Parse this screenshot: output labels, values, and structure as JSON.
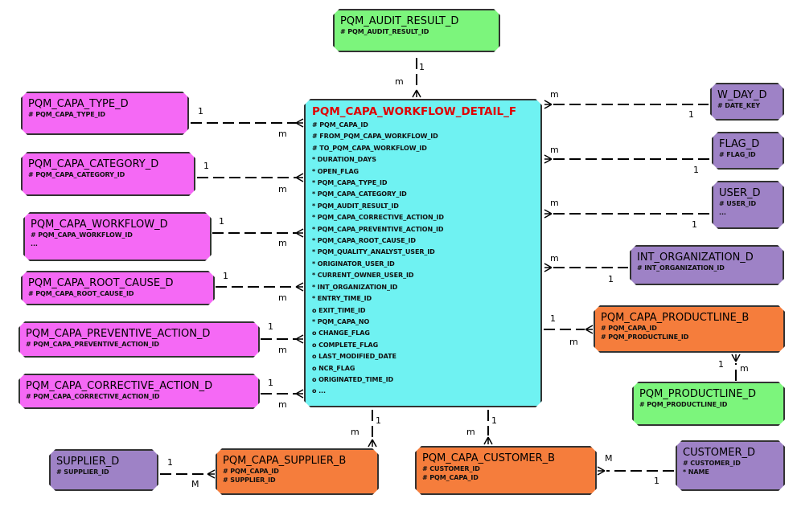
{
  "entities": [
    {
      "id": "audit",
      "title": "PQM_AUDIT_RESULT_D",
      "color": "green",
      "attrs": [
        "# PQM_AUDIT_RESULT_ID"
      ]
    },
    {
      "id": "type",
      "title": "PQM_CAPA_TYPE_D",
      "color": "pink",
      "attrs": [
        "# PQM_CAPA_TYPE_ID"
      ]
    },
    {
      "id": "category",
      "title": "PQM_CAPA_CATEGORY_D",
      "color": "pink",
      "attrs": [
        "# PQM_CAPA_CATEGORY_ID"
      ]
    },
    {
      "id": "workflow",
      "title": "PQM_CAPA_WORKFLOW_D",
      "color": "pink",
      "attrs": [
        "# PQM_CAPA_WORKFLOW_ID",
        "..."
      ]
    },
    {
      "id": "rootcause",
      "title": "PQM_CAPA_ROOT_CAUSE_D",
      "color": "pink",
      "attrs": [
        "# PQM_CAPA_ROOT_CAUSE_ID"
      ]
    },
    {
      "id": "preventive",
      "title": "PQM_CAPA_PREVENTIVE_ACTION_D",
      "color": "pink",
      "attrs": [
        "# PQM_CAPA_PREVENTIVE_ACTION_ID"
      ]
    },
    {
      "id": "corrective",
      "title": "PQM_CAPA_CORRECTIVE_ACTION_D",
      "color": "pink",
      "attrs": [
        "# PQM_CAPA_CORRECTIVE_ACTION_ID"
      ]
    },
    {
      "id": "wday",
      "title": "W_DAY_D",
      "color": "purple",
      "attrs": [
        "# DATE_KEY"
      ]
    },
    {
      "id": "flag",
      "title": "FLAG_D",
      "color": "purple",
      "attrs": [
        "# FLAG_ID"
      ]
    },
    {
      "id": "user",
      "title": "USER_D",
      "color": "purple",
      "attrs": [
        "# USER_ID",
        "..."
      ]
    },
    {
      "id": "intorg",
      "title": "INT_ORGANIZATION_D",
      "color": "purple",
      "attrs": [
        "# INT_ORGANIZATION_ID"
      ]
    },
    {
      "id": "productlineb",
      "title": "PQM_CAPA_PRODUCTLINE_B",
      "color": "orange",
      "attrs": [
        "# PQM_CAPA_ID",
        "# PQM_PRODUCTLINE_ID"
      ]
    },
    {
      "id": "productline",
      "title": "PQM_PRODUCTLINE_D",
      "color": "green",
      "attrs": [
        "# PQM_PRODUCTLINE_ID"
      ]
    },
    {
      "id": "customer",
      "title": "CUSTOMER_D",
      "color": "purple",
      "attrs": [
        "# CUSTOMER_ID",
        "* NAME"
      ]
    },
    {
      "id": "customerb",
      "title": "PQM_CAPA_CUSTOMER_B",
      "color": "orange",
      "attrs": [
        "# CUSTOMER_ID",
        "# PQM_CAPA_ID"
      ]
    },
    {
      "id": "supplierb",
      "title": "PQM_CAPA_SUPPLIER_B",
      "color": "orange",
      "attrs": [
        "# PQM_CAPA_ID",
        "# SUPPLIER_ID"
      ]
    },
    {
      "id": "supplier",
      "title": "SUPPLIER_D",
      "color": "purple",
      "attrs": [
        "# SUPPLIER_ID"
      ]
    }
  ],
  "fact": {
    "title": "PQM_CAPA_WORKFLOW_DETAIL_F",
    "attrs": [
      "# PQM_CAPA_ID",
      "# FROM_PQM_CAPA_WORKFLOW_ID",
      "# TO_PQM_CAPA_WORKFLOW_ID",
      "* DURATION_DAYS",
      "* OPEN_FLAG",
      "* PQM_CAPA_TYPE_ID",
      "* PQM_CAPA_CATEGORY_ID",
      "* PQM_AUDIT_RESULT_ID",
      "* PQM_CAPA_CORRECTIVE_ACTION_ID",
      "* PQM_CAPA_PREVENTIVE_ACTION_ID",
      "* PQM_CAPA_ROOT_CAUSE_ID",
      "* PQM_QUALITY_ANALYST_USER_ID",
      "* ORIGINATOR_USER_ID",
      "* CURRENT_OWNER_USER_ID",
      "* INT_ORGANIZATION_ID",
      "* ENTRY_TIME_ID",
      "o EXIT_TIME_ID",
      "* PQM_CAPA_NO",
      "o CHANGE_FLAG",
      "o COMPLETE_FLAG",
      "o LAST_MODIFIED_DATE",
      "o NCR_FLAG",
      "o ORIGINATED_TIME_ID",
      "o ..."
    ]
  },
  "relationships": [
    {
      "from": "audit",
      "one": "1",
      "many": "m"
    },
    {
      "from": "type",
      "one": "1",
      "many": "m"
    },
    {
      "from": "category",
      "one": "1",
      "many": "m"
    },
    {
      "from": "workflow",
      "one": "1",
      "many": "m"
    },
    {
      "from": "rootcause",
      "one": "1",
      "many": "m"
    },
    {
      "from": "preventive",
      "one": "1",
      "many": "m"
    },
    {
      "from": "corrective",
      "one": "1",
      "many": "m"
    },
    {
      "from": "wday",
      "one": "1",
      "many": "m"
    },
    {
      "from": "flag",
      "one": "1",
      "many": "m"
    },
    {
      "from": "user",
      "one": "1",
      "many": "m"
    },
    {
      "from": "intorg",
      "one": "1",
      "many": "m"
    },
    {
      "from": "productlineb",
      "one": "1",
      "many": "m"
    },
    {
      "from": "productline",
      "one": "1",
      "many": "m"
    },
    {
      "from": "customerb",
      "one": "1",
      "many": "m"
    },
    {
      "from": "supplierb",
      "one": "1",
      "many": "m"
    },
    {
      "from": "customer",
      "one": "1",
      "many": "M"
    },
    {
      "from": "supplier",
      "one": "1",
      "many": "M"
    }
  ]
}
